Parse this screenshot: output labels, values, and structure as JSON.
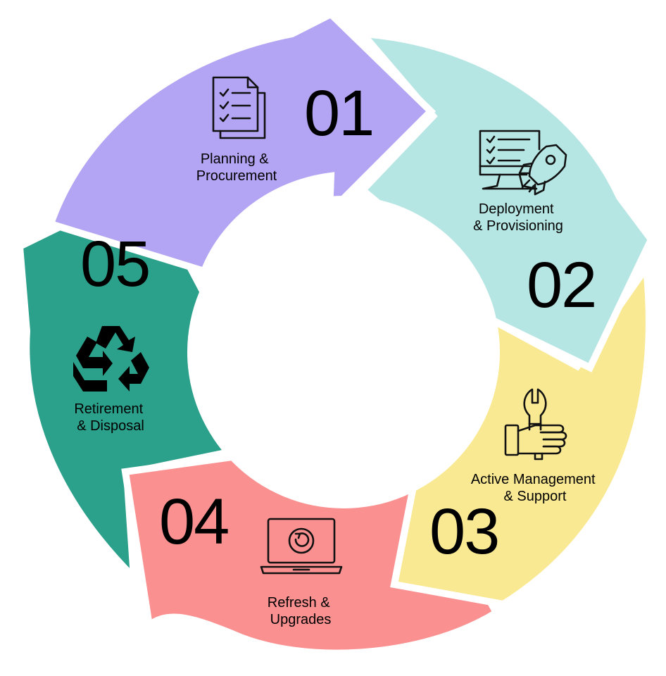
{
  "steps": [
    {
      "number": "01",
      "label_line1": "Planning &",
      "label_line2": "Procurement",
      "color": "#b3a5f3",
      "icon": "checklist-document-icon"
    },
    {
      "number": "02",
      "label_line1": "Deployment",
      "label_line2": "& Provisioning",
      "color": "#b5e6e3",
      "icon": "monitor-rocket-icon"
    },
    {
      "number": "03",
      "label_line1": "Active Management",
      "label_line2": "& Support",
      "color": "#fae993",
      "icon": "hand-wrench-icon"
    },
    {
      "number": "04",
      "label_line1": "Refresh &",
      "label_line2": "Upgrades",
      "color": "#fa9090",
      "icon": "laptop-refresh-icon"
    },
    {
      "number": "05",
      "label_line1": "Retirement",
      "label_line2": "& Disposal",
      "color": "#2ba08a",
      "icon": "recycle-icon"
    }
  ]
}
